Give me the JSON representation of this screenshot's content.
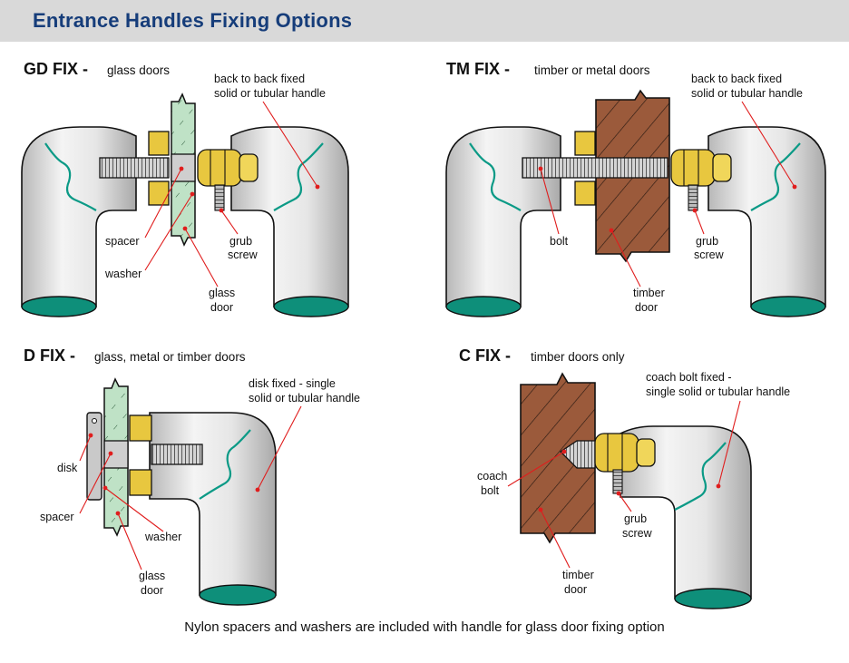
{
  "header": {
    "title": "Entrance Handles Fixing Options"
  },
  "colors": {
    "header_bg": "#d9d9d9",
    "title": "#163d7a",
    "leader": "#e01d1d",
    "nylon_end": "#0e8f7a",
    "brass": "#e8c73f",
    "timber": "#9b5a3b",
    "glass": "#bfe2c6"
  },
  "panels": {
    "gd": {
      "title": "GD FIX -",
      "subtitle": "glass doors",
      "handle_label_1": "back to back fixed",
      "handle_label_2": "solid or tubular handle",
      "spacer": "spacer",
      "washer": "washer",
      "glass_1": "glass",
      "glass_2": "door",
      "grub_1": "grub",
      "grub_2": "screw"
    },
    "tm": {
      "title": "TM FIX -",
      "subtitle": "timber or metal doors",
      "handle_label_1": "back to back fixed",
      "handle_label_2": "solid or tubular handle",
      "bolt": "bolt",
      "timber_1": "timber",
      "timber_2": "door",
      "grub_1": "grub",
      "grub_2": "screw"
    },
    "d": {
      "title": "D FIX -",
      "subtitle": "glass, metal or timber doors",
      "handle_label_1": "disk fixed - single",
      "handle_label_2": "solid or tubular handle",
      "disk": "disk",
      "spacer": "spacer",
      "washer": "washer",
      "glass_1": "glass",
      "glass_2": "door"
    },
    "c": {
      "title": "C FIX -",
      "subtitle": "timber doors only",
      "handle_label_1": "coach bolt fixed -",
      "handle_label_2": "single solid or tubular handle",
      "coach_1": "coach",
      "coach_2": "bolt",
      "grub_1": "grub",
      "grub_2": "screw",
      "timber_1": "timber",
      "timber_2": "door"
    }
  },
  "footer": {
    "note": "Nylon spacers and washers are included with handle for glass door fixing option"
  }
}
